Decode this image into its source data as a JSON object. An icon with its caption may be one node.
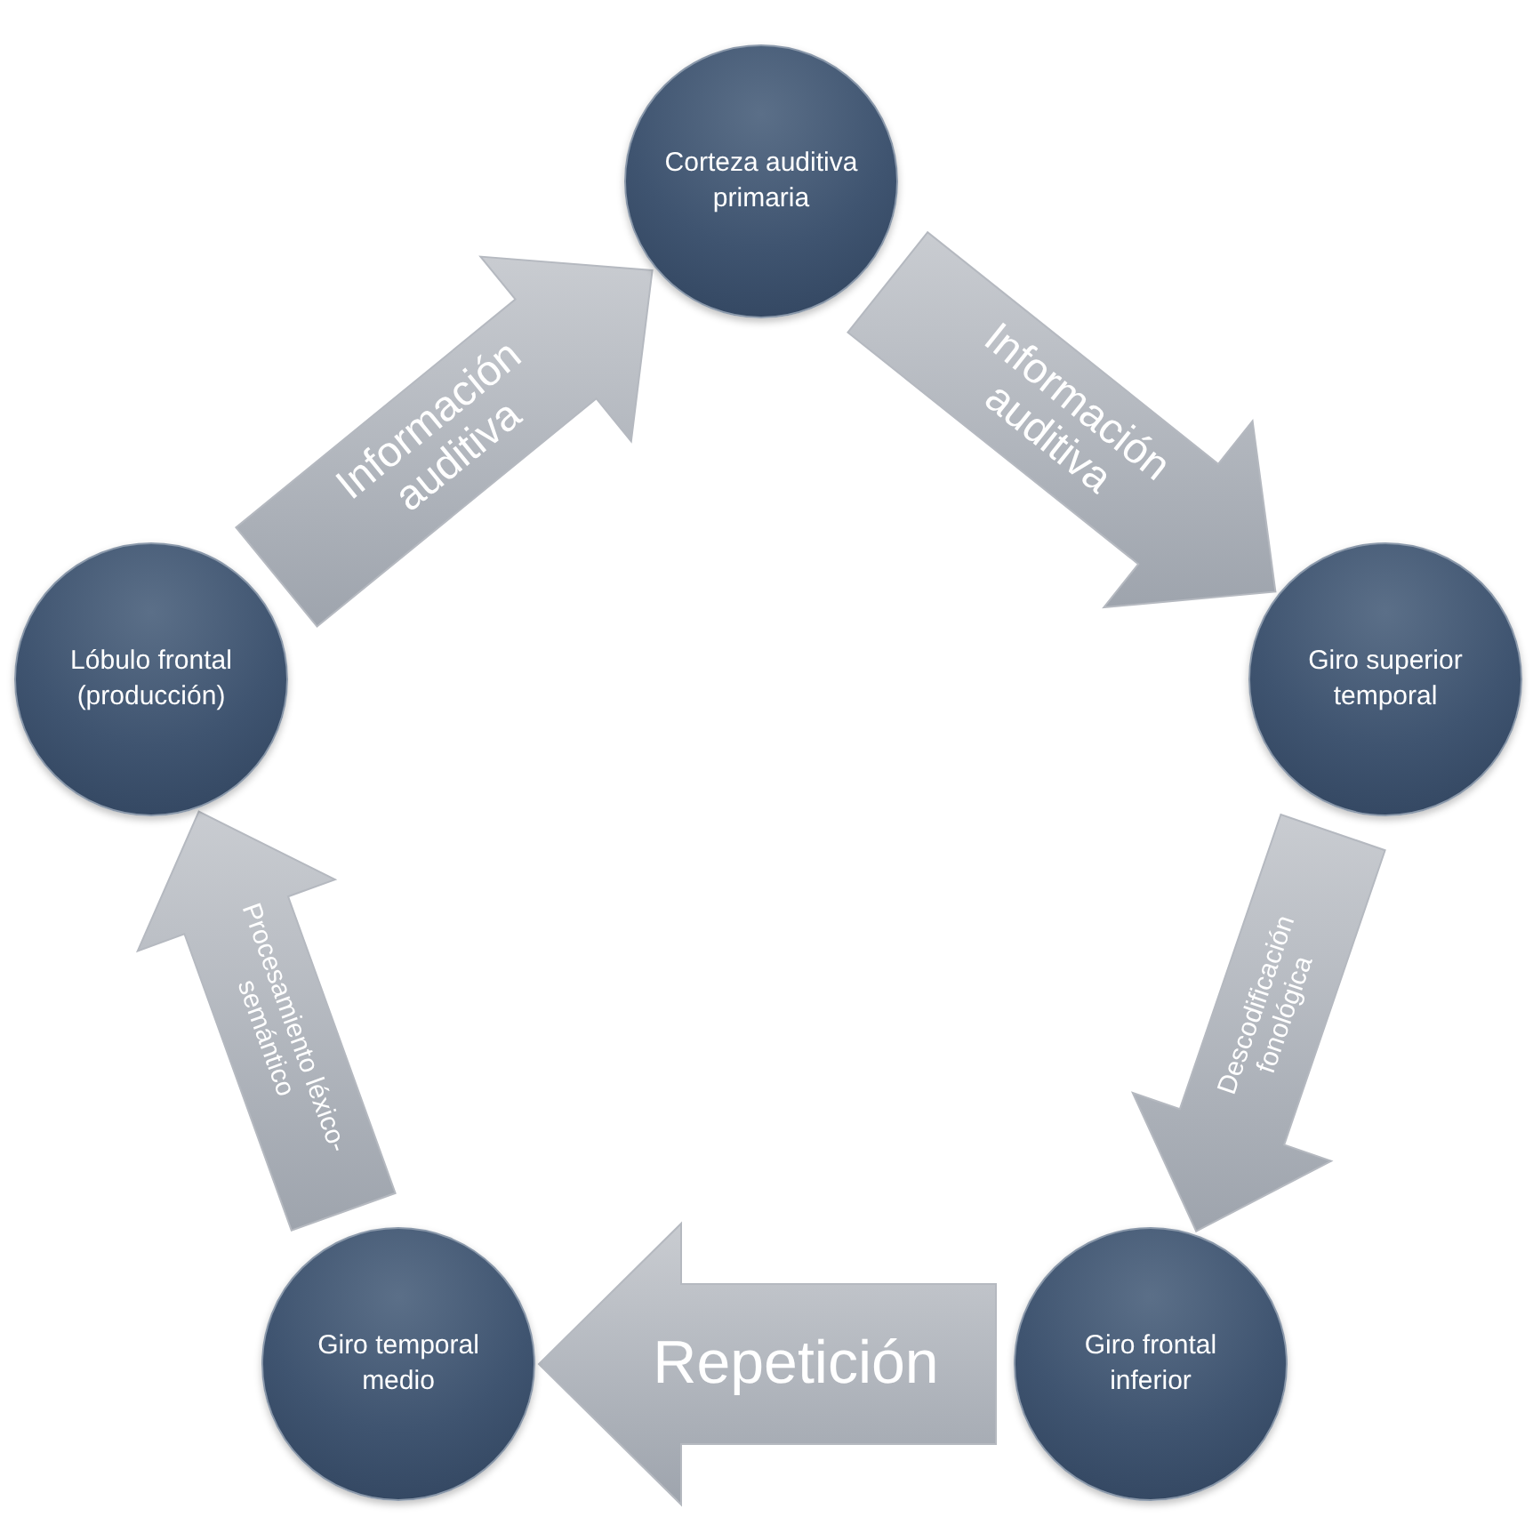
{
  "diagram": {
    "nodes": [
      {
        "text": [
          "Corteza auditiva primaria"
        ]
      },
      {
        "text": [
          "Giro superior temporal"
        ]
      },
      {
        "text": [
          "Giro frontal inferior"
        ]
      },
      {
        "text": [
          "Giro temporal medio"
        ]
      },
      {
        "text": [
          "Lóbulo frontal (producción)"
        ]
      }
    ],
    "edges": [
      {
        "from": 4,
        "to": 0,
        "arrow": "to",
        "label": "Información auditiva"
      },
      {
        "from": 0,
        "to": 1,
        "arrow": "to",
        "label": "Información auditiva"
      },
      {
        "from": 1,
        "to": 2,
        "arrow": "to",
        "label": "Descodificación fonológica"
      },
      {
        "from": 2,
        "to": 3,
        "arrow": "to",
        "label": "Repetición"
      },
      {
        "from": 3,
        "to": 4,
        "arrow": "to",
        "label": "Procesamiento léxico-semántico"
      }
    ]
  }
}
